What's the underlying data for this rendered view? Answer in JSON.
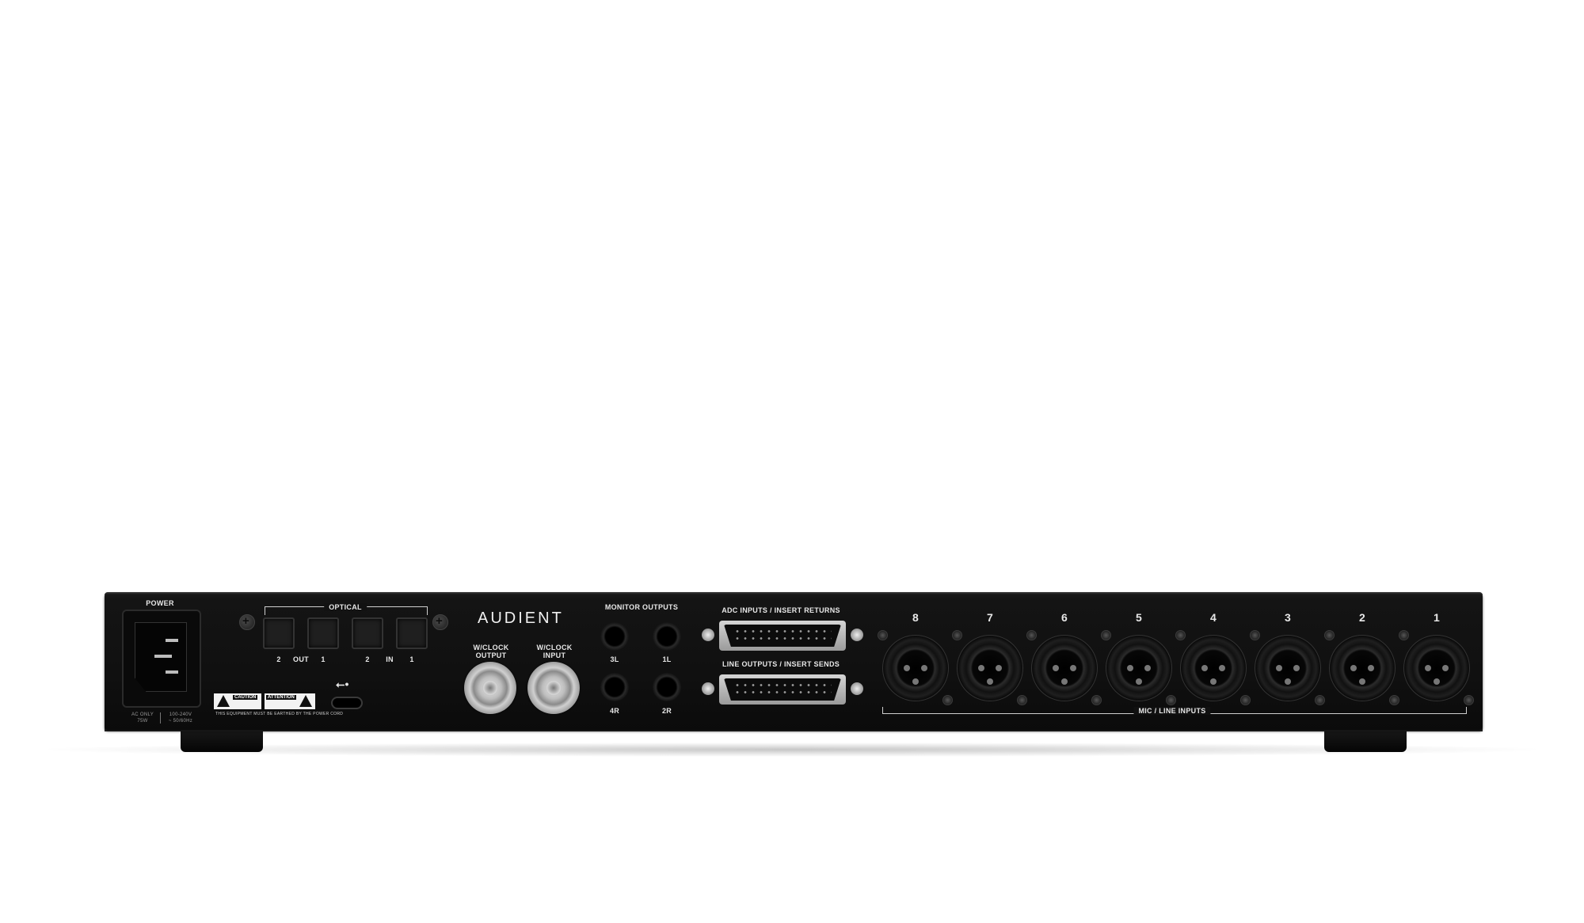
{
  "device": {
    "brand": "AUDIENT",
    "power_label": "POWER",
    "power_rating_1": "AC ONLY",
    "power_rating_2": "75W",
    "power_rating_3": "100-240V",
    "power_rating_4": "~ 50/60Hz",
    "optical_label": "OPTICAL",
    "optical_port_labels": [
      "2",
      "OUT",
      "1",
      "2",
      "IN",
      "1"
    ],
    "warning_left_label": "CAUTION",
    "warning_right_label": "ATTENTION",
    "earthing_notice": "THIS EQUIPMENT MUST BE EARTHED BY THE POWER CORD",
    "usb_icon": "usb-icon",
    "wclock_output_label": "W/CLOCK\nOUTPUT",
    "wclock_input_label": "W/CLOCK\nINPUT",
    "monitor_outputs_label": "MONITOR OUTPUTS",
    "monitor_jacks": [
      "3L",
      "1L",
      "4R",
      "2R"
    ],
    "adc_label": "ADC INPUTS  /  INSERT RETURNS",
    "line_out_label": "LINE OUTPUTS  /  INSERT SENDS",
    "mic_inputs_label": "MIC / LINE INPUTS",
    "xlr_numbers": [
      "8",
      "7",
      "6",
      "5",
      "4",
      "3",
      "2",
      "1"
    ]
  }
}
